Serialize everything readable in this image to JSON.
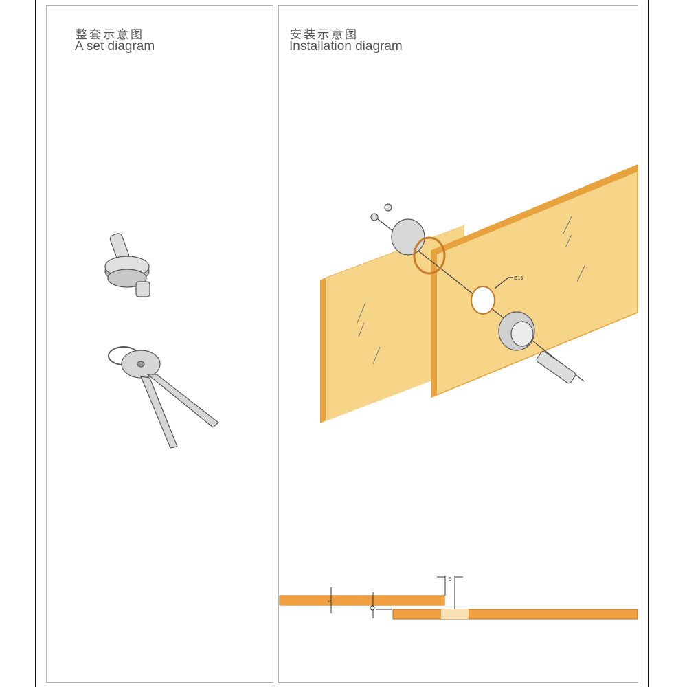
{
  "set_panel": {
    "title_cn": "整套示意图",
    "title_en": "A set diagram"
  },
  "install_panel": {
    "title_cn": "安装示意图",
    "title_en": "Installation diagram"
  },
  "dimensions": {
    "hole_diameter": "Ø16",
    "gap": "5",
    "glass_thickness": "≤5"
  },
  "colors": {
    "glass": "#f6d589",
    "glass_edge": "#e7a23d",
    "metal": "#c9c9c9",
    "outline": "#555555"
  }
}
